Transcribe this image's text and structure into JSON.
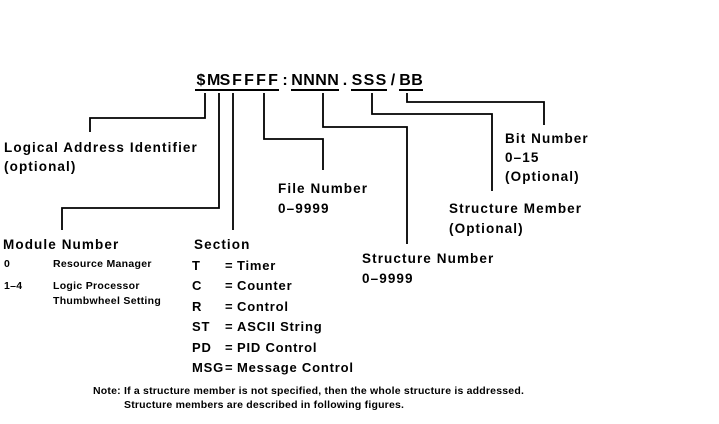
{
  "address": {
    "text": "$MSFFFF:NNNN.SSS/BB",
    "separators": ":./"
  },
  "callouts": {
    "logical_address": {
      "line1": "Logical Address Identifier",
      "line2": "(optional)"
    },
    "module_number": {
      "heading": "Module Number",
      "rows": [
        {
          "key": "0",
          "value1": "Resource Manager",
          "value2": ""
        },
        {
          "key": "1–4",
          "value1": "Logic Processor",
          "value2": "Thumbwheel Setting"
        }
      ]
    },
    "section": {
      "heading": "Section",
      "eq": "=",
      "rows": [
        {
          "key": "T",
          "value": "Timer"
        },
        {
          "key": "C",
          "value": "Counter"
        },
        {
          "key": "R",
          "value": "Control"
        },
        {
          "key": "ST",
          "value": "ASCII String"
        },
        {
          "key": "PD",
          "value": "PID Control"
        },
        {
          "key": "MSG",
          "value": "Message Control"
        }
      ]
    },
    "file_number": {
      "line1": "File Number",
      "line2": "0–9999"
    },
    "structure_number": {
      "line1": "Structure Number",
      "line2": "0–9999"
    },
    "structure_member": {
      "line1": "Structure Member",
      "line2": "(Optional)"
    },
    "bit_number": {
      "line1": "Bit Number",
      "line2": "0–15",
      "line3": "(Optional)"
    }
  },
  "note": {
    "line1": "Note: If a structure member is not specified, then the whole structure is addressed.",
    "line2": "Structure members are described in following figures."
  },
  "colors": {
    "ink": "#000000",
    "background": "#ffffff"
  }
}
